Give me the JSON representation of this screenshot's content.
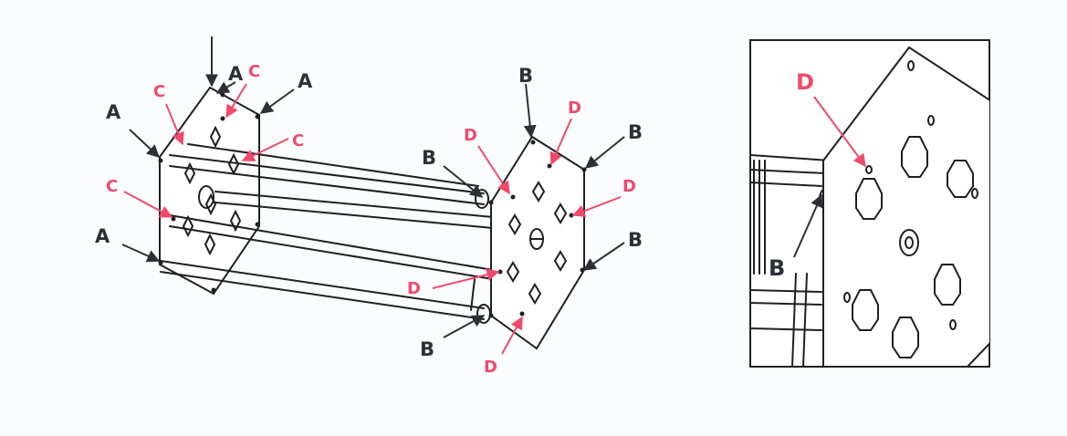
{
  "callouts": {
    "a": "A",
    "b": "B",
    "c": "C",
    "d": "D"
  },
  "colors": {
    "dark_label": "#2e2f36",
    "red_label": "#ef4a6a",
    "background": "#fbfcfd"
  }
}
